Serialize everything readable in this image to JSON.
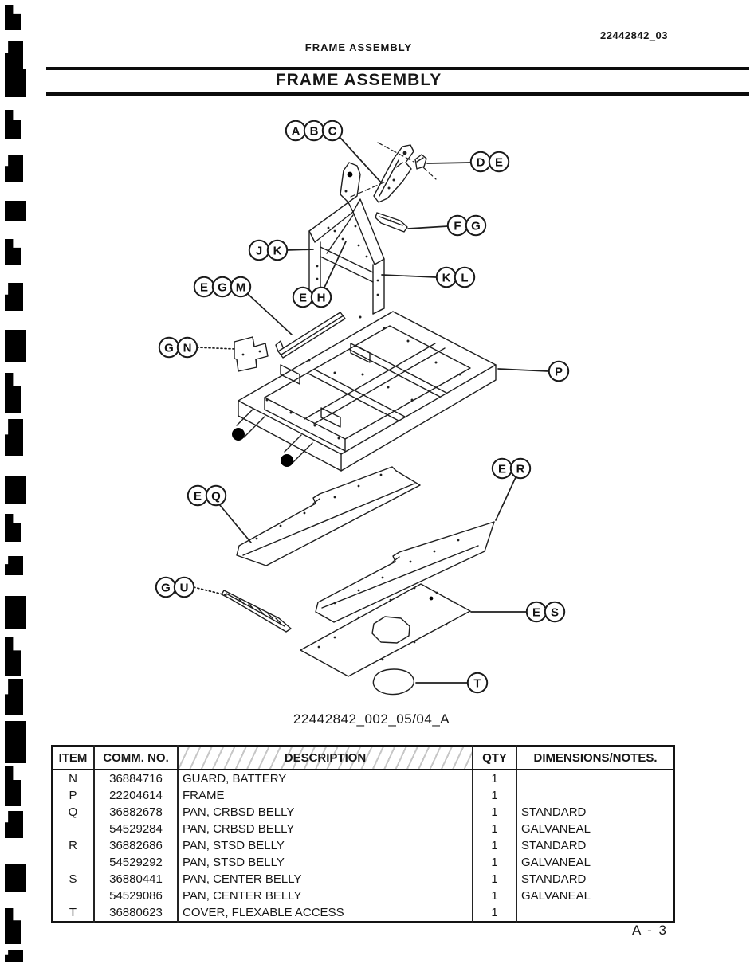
{
  "page": {
    "doc_number": "22442842_03",
    "running_header": "FRAME ASSEMBLY",
    "title": "FRAME ASSEMBLY",
    "figure_caption": "22442842_002_05/04_A",
    "page_number": "A - 3"
  },
  "diagram": {
    "callout_groups": [
      {
        "id": "abc",
        "letters": [
          "A",
          "B",
          "C"
        ]
      },
      {
        "id": "de",
        "letters": [
          "D",
          "E"
        ]
      },
      {
        "id": "fg",
        "letters": [
          "F",
          "G"
        ]
      },
      {
        "id": "jk",
        "letters": [
          "J",
          "K"
        ]
      },
      {
        "id": "kl",
        "letters": [
          "K",
          "L"
        ]
      },
      {
        "id": "egm",
        "letters": [
          "E",
          "G",
          "M"
        ]
      },
      {
        "id": "eh",
        "letters": [
          "E",
          "H"
        ]
      },
      {
        "id": "gn",
        "letters": [
          "G",
          "N"
        ]
      },
      {
        "id": "p",
        "letters": [
          "P"
        ]
      },
      {
        "id": "er",
        "letters": [
          "E",
          "R"
        ]
      },
      {
        "id": "eq",
        "letters": [
          "E",
          "Q"
        ]
      },
      {
        "id": "gu",
        "letters": [
          "G",
          "U"
        ]
      },
      {
        "id": "es",
        "letters": [
          "E",
          "S"
        ]
      },
      {
        "id": "t",
        "letters": [
          "T"
        ]
      }
    ]
  },
  "parts_table": {
    "headers": [
      "ITEM",
      "COMM. NO.",
      "DESCRIPTION",
      "QTY",
      "DIMENSIONS/NOTES."
    ],
    "rows": [
      {
        "item": "N",
        "comm_no": "36884716",
        "description": "GUARD, BATTERY",
        "qty": "1",
        "notes": ""
      },
      {
        "item": "P",
        "comm_no": "22204614",
        "description": "FRAME",
        "qty": "1",
        "notes": ""
      },
      {
        "item": "Q",
        "comm_no": "36882678",
        "description": "PAN, CRBSD BELLY",
        "qty": "1",
        "notes": "STANDARD"
      },
      {
        "item": "",
        "comm_no": "54529284",
        "description": "PAN, CRBSD BELLY",
        "qty": "1",
        "notes": "GALVANEAL"
      },
      {
        "item": "R",
        "comm_no": "36882686",
        "description": "PAN, STSD BELLY",
        "qty": "1",
        "notes": "STANDARD"
      },
      {
        "item": "",
        "comm_no": "54529292",
        "description": "PAN, STSD BELLY",
        "qty": "1",
        "notes": "GALVANEAL"
      },
      {
        "item": "S",
        "comm_no": "36880441",
        "description": "PAN, CENTER BELLY",
        "qty": "1",
        "notes": "STANDARD"
      },
      {
        "item": "",
        "comm_no": "54529086",
        "description": "PAN, CENTER BELLY",
        "qty": "1",
        "notes": "GALVANEAL"
      },
      {
        "item": "T",
        "comm_no": "36880623",
        "description": "COVER, FLEXABLE ACCESS",
        "qty": "1",
        "notes": ""
      }
    ]
  },
  "colors": {
    "ink": "#1a1a1a",
    "paper": "#ffffff"
  }
}
